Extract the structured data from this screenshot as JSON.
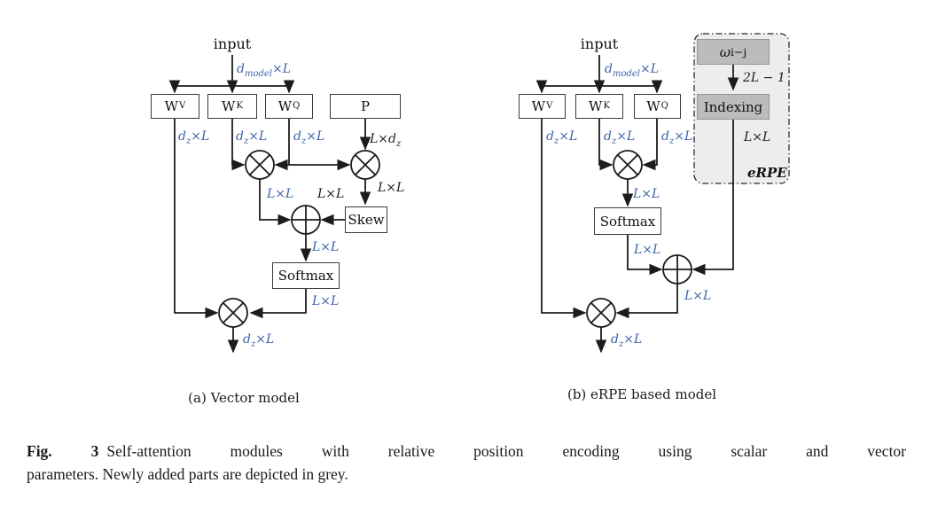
{
  "colors": {
    "dimension_label_blue": "#3c62aa",
    "line_black": "#1c1c1c",
    "erpe_panel_fill": "#ededed",
    "erpe_box_fill": "#bcbcbc"
  },
  "figure_a": {
    "subcaption": "(a) Vector model",
    "input_label": "input",
    "boxes": {
      "wv": {
        "base": "W",
        "sup": "V"
      },
      "wk": {
        "base": "W",
        "sup": "K"
      },
      "wq": {
        "base": "W",
        "sup": "Q"
      },
      "p": "P",
      "skew": "Skew",
      "softmax": "Softmax"
    },
    "dims": {
      "d_model": {
        "base": "d",
        "sub": "model",
        "rest": "×L"
      },
      "dz_v": {
        "base": "d",
        "sub": "z",
        "rest": "×L"
      },
      "dz_k": {
        "base": "d",
        "sub": "z",
        "rest": "×L"
      },
      "dz_q": {
        "base": "d",
        "sub": "z",
        "rest": "×L"
      },
      "l_dz": {
        "pre": "L×",
        "base": "d",
        "sub": "z"
      },
      "ll_qk": "L×L",
      "ll_skew_out": "L×L",
      "ll_p_skew": "L×L",
      "ll_add_out": "L×L",
      "ll_softmax_out": "L×L",
      "dz_out": {
        "base": "d",
        "sub": "z",
        "rest": "×L"
      }
    }
  },
  "figure_b": {
    "subcaption": "(b) eRPE based model",
    "input_label": "input",
    "erpe_label": "eRPE",
    "boxes": {
      "wv": {
        "base": "W",
        "sup": "V"
      },
      "wk": {
        "base": "W",
        "sup": "K"
      },
      "wq": {
        "base": "W",
        "sup": "Q"
      },
      "softmax": "Softmax",
      "omega": {
        "base": "ω",
        "sub": "i−j"
      },
      "indexing": "Indexing"
    },
    "dims": {
      "d_model": {
        "base": "d",
        "sub": "model",
        "rest": "×L"
      },
      "dz_v": {
        "base": "d",
        "sub": "z",
        "rest": "×L"
      },
      "dz_k": {
        "base": "d",
        "sub": "z",
        "rest": "×L"
      },
      "dz_q": {
        "base": "d",
        "sub": "z",
        "rest": "×L"
      },
      "two_l_minus_1": "2L − 1",
      "ll_indexing": "L×L",
      "ll_qk": "L×L",
      "ll_softmax_out": "L×L",
      "ll_add_out": "L×L",
      "dz_out": {
        "base": "d",
        "sub": "z",
        "rest": "×L"
      }
    }
  },
  "caption": {
    "tag": "Fig. 3",
    "line1": "Self-attention modules with relative position encoding using scalar and vector",
    "line2": "parameters. Newly added parts are depicted in grey."
  }
}
